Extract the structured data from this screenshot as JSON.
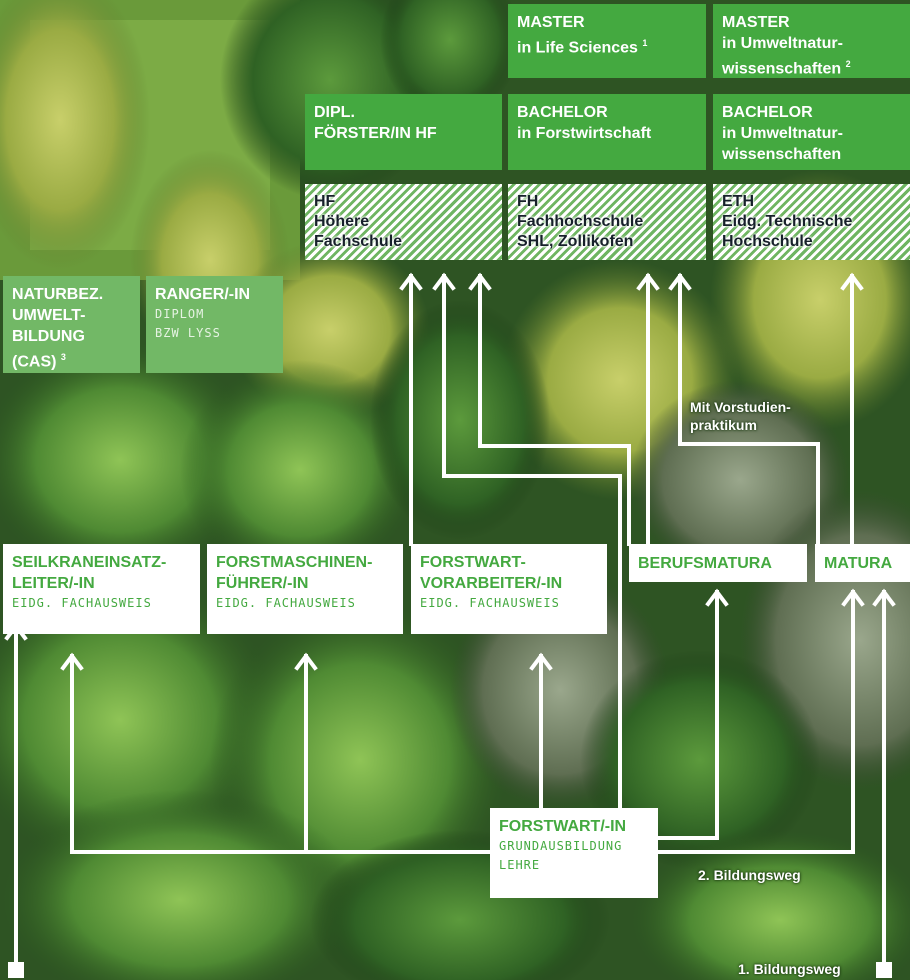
{
  "top_row": [
    {
      "title": "MASTER",
      "line2": "in Life Sciences",
      "sup": "1"
    },
    {
      "title": "MASTER",
      "line2": "in Umweltnatur-",
      "line3": "wissenschaften",
      "sup": "2"
    }
  ],
  "degree_row": [
    {
      "line1": "DIPL.",
      "line2": "FÖRSTER/IN HF"
    },
    {
      "line1": "BACHELOR",
      "line2": "in Forstwirtschaft"
    },
    {
      "line1": "BACHELOR",
      "line2": "in Umweltnatur-",
      "line3": "wissenschaften"
    }
  ],
  "schools": [
    {
      "code": "HF",
      "line2": "Höhere",
      "line3": "Fachschule"
    },
    {
      "code": "FH",
      "line2": "Fachhochschule",
      "line3": "SHL, Zollikofen"
    },
    {
      "code": "ETH",
      "line2": "Eidg. Technische",
      "line3": "Hochschule"
    }
  ],
  "side_boxes": [
    {
      "line1": "NATURBEZ.",
      "line2": "UMWELT-",
      "line3": "BILDUNG",
      "line4": "(CAS)",
      "sup": "3"
    },
    {
      "line1": "RANGER/-IN",
      "sub1": "DIPLOM",
      "sub2": "BZW LYSS"
    }
  ],
  "mid_row": [
    {
      "line1": "SEILKRANEINSATZ-",
      "line2": "LEITER/-IN",
      "sub": "EIDG. FACHAUSWEIS"
    },
    {
      "line1": "FORSTMASCHINEN-",
      "line2": "FÜHRER/-IN",
      "sub": "EIDG. FACHAUSWEIS"
    },
    {
      "line1": "FORSTWART-",
      "line2": "VORARBEITER/-IN",
      "sub": "EIDG. FACHAUSWEIS"
    },
    {
      "line1": "BERUFSMATURA"
    },
    {
      "line1": "MATURA"
    }
  ],
  "base": {
    "line1": "FORSTWART/-IN",
    "sub1": "GRUNDAUSBILDUNG",
    "sub2": "LEHRE"
  },
  "notes": {
    "vorstudien1": "Mit Vorstudien-",
    "vorstudien2": "praktikum",
    "weg2": "2. Bildungsweg",
    "weg1": "1. Bildungsweg"
  }
}
